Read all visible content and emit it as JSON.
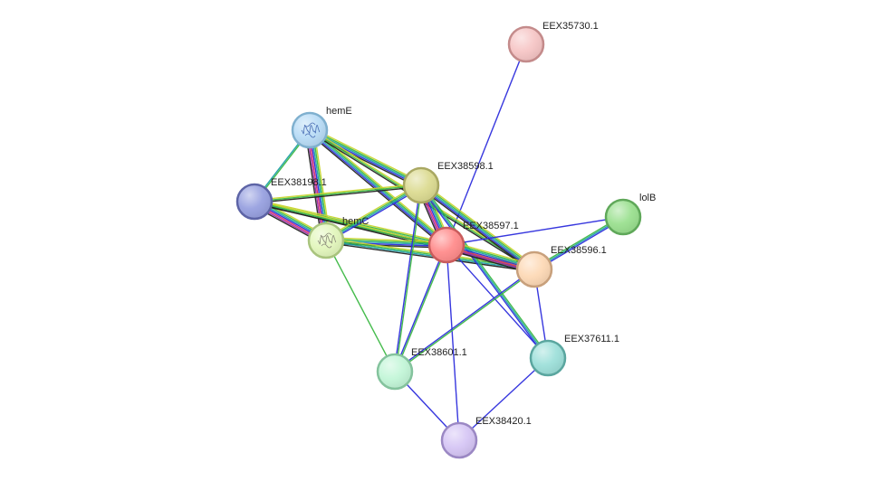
{
  "graph": {
    "nodes": [
      {
        "id": "EEX35730.1",
        "label": "EEX35730.1",
        "fill": "#f6c6c6",
        "stroke": "#c48b8b",
        "texture": false
      },
      {
        "id": "hemE",
        "label": "hemE",
        "fill": "#b9dcf6",
        "stroke": "#7fb0cf",
        "texture": true
      },
      {
        "id": "EEX38598.1",
        "label": "EEX38598.1",
        "fill": "#dcdb92",
        "stroke": "#a9a862",
        "texture": false
      },
      {
        "id": "EEX38198.1",
        "label": "EEX38198.1",
        "fill": "#98a1e0",
        "stroke": "#5d64a6",
        "texture": false
      },
      {
        "id": "hemC",
        "label": "hemC",
        "fill": "#e3f7bd",
        "stroke": "#a9c47e",
        "texture": true
      },
      {
        "id": "EEX38597.1",
        "label": "EEX38597.1",
        "fill": "#ff8c8c",
        "stroke": "#c95c5c",
        "texture": false
      },
      {
        "id": "lolB",
        "label": "lolB",
        "fill": "#9be090",
        "stroke": "#5fa859",
        "texture": false
      },
      {
        "id": "EEX38596.1",
        "label": "EEX38596.1",
        "fill": "#fdd9b6",
        "stroke": "#c8a07c",
        "texture": false
      },
      {
        "id": "EEX37611.1",
        "label": "EEX37611.1",
        "fill": "#9ee0da",
        "stroke": "#5aa69f",
        "texture": false
      },
      {
        "id": "EEX38601.1",
        "label": "EEX38601.1",
        "fill": "#c3f6d8",
        "stroke": "#84c39d",
        "texture": false
      },
      {
        "id": "EEX38420.1",
        "label": "EEX38420.1",
        "fill": "#d6c6f5",
        "stroke": "#9b88c4",
        "texture": false
      }
    ],
    "edges": [
      {
        "source": "EEX35730.1",
        "target": "EEX38597.1",
        "colors": [
          "#2c2cdc"
        ]
      },
      {
        "source": "hemE",
        "target": "EEX38198.1",
        "colors": [
          "#3cb843",
          "#1fa0a6"
        ]
      },
      {
        "source": "hemE",
        "target": "hemC",
        "colors": [
          "#c7d52d",
          "#3cb843",
          "#1fa0a6",
          "#2c2cdc",
          "#dc2c6c",
          "#9b2ca6",
          "#222222"
        ]
      },
      {
        "source": "hemE",
        "target": "EEX38598.1",
        "colors": [
          "#c7d52d",
          "#3cb843",
          "#1fa0a6",
          "#2c2cdc",
          "#222222"
        ]
      },
      {
        "source": "hemE",
        "target": "EEX38597.1",
        "colors": [
          "#c7d52d",
          "#3cb843",
          "#1fa0a6",
          "#2c2cdc",
          "#222222"
        ]
      },
      {
        "source": "hemE",
        "target": "EEX38596.1",
        "colors": [
          "#c7d52d",
          "#3cb843",
          "#222222"
        ]
      },
      {
        "source": "EEX38198.1",
        "target": "hemC",
        "colors": [
          "#c7d52d",
          "#3cb843",
          "#1fa0a6",
          "#2c2cdc",
          "#dc2c6c",
          "#9b2ca6",
          "#222222"
        ]
      },
      {
        "source": "EEX38198.1",
        "target": "EEX38598.1",
        "colors": [
          "#c7d52d",
          "#3cb843",
          "#222222"
        ]
      },
      {
        "source": "EEX38198.1",
        "target": "EEX38597.1",
        "colors": [
          "#c7d52d",
          "#3cb843",
          "#1fa0a6",
          "#222222"
        ]
      },
      {
        "source": "EEX38198.1",
        "target": "EEX38596.1",
        "colors": [
          "#c7d52d",
          "#3cb843",
          "#222222"
        ]
      },
      {
        "source": "hemC",
        "target": "EEX38598.1",
        "colors": [
          "#c7d52d",
          "#3cb843",
          "#1fa0a6",
          "#2c2cdc"
        ]
      },
      {
        "source": "hemC",
        "target": "EEX38597.1",
        "colors": [
          "#c7d52d",
          "#3cb843",
          "#1fa0a6",
          "#2c2cdc",
          "#222222"
        ]
      },
      {
        "source": "hemC",
        "target": "EEX38596.1",
        "colors": [
          "#c7d52d",
          "#3cb843",
          "#1fa0a6",
          "#222222"
        ]
      },
      {
        "source": "hemC",
        "target": "EEX38601.1",
        "colors": [
          "#3cb843"
        ]
      },
      {
        "source": "EEX38598.1",
        "target": "EEX38597.1",
        "colors": [
          "#c7d52d",
          "#3cb843",
          "#1fa0a6",
          "#2c2cdc",
          "#dc2c6c",
          "#9b2ca6",
          "#222222"
        ]
      },
      {
        "source": "EEX38598.1",
        "target": "EEX38596.1",
        "colors": [
          "#c7d52d",
          "#3cb843",
          "#1fa0a6",
          "#2c2cdc",
          "#222222"
        ]
      },
      {
        "source": "EEX38598.1",
        "target": "EEX37611.1",
        "colors": [
          "#3cb843",
          "#1fa0a6",
          "#2c2cdc"
        ]
      },
      {
        "source": "EEX38598.1",
        "target": "EEX38601.1",
        "colors": [
          "#3cb843",
          "#2c2cdc"
        ]
      },
      {
        "source": "EEX38597.1",
        "target": "EEX38596.1",
        "colors": [
          "#c7d52d",
          "#3cb843",
          "#1fa0a6",
          "#2c2cdc",
          "#dc2c6c",
          "#9b2ca6",
          "#222222"
        ]
      },
      {
        "source": "EEX38597.1",
        "target": "lolB",
        "colors": [
          "#2c2cdc"
        ]
      },
      {
        "source": "EEX38597.1",
        "target": "EEX37611.1",
        "colors": [
          "#2c2cdc"
        ]
      },
      {
        "source": "EEX38597.1",
        "target": "EEX38601.1",
        "colors": [
          "#3cb843",
          "#2c2cdc"
        ]
      },
      {
        "source": "EEX38597.1",
        "target": "EEX38420.1",
        "colors": [
          "#2c2cdc"
        ]
      },
      {
        "source": "EEX38596.1",
        "target": "lolB",
        "colors": [
          "#3cb843",
          "#1fa0a6",
          "#2c2cdc"
        ]
      },
      {
        "source": "EEX38596.1",
        "target": "EEX37611.1",
        "colors": [
          "#2c2cdc"
        ]
      },
      {
        "source": "EEX38596.1",
        "target": "EEX38601.1",
        "colors": [
          "#3cb843",
          "#2c2cdc"
        ]
      },
      {
        "source": "EEX37611.1",
        "target": "EEX38420.1",
        "colors": [
          "#2c2cdc"
        ]
      },
      {
        "source": "EEX38601.1",
        "target": "EEX38420.1",
        "colors": [
          "#2c2cdc"
        ]
      }
    ]
  }
}
